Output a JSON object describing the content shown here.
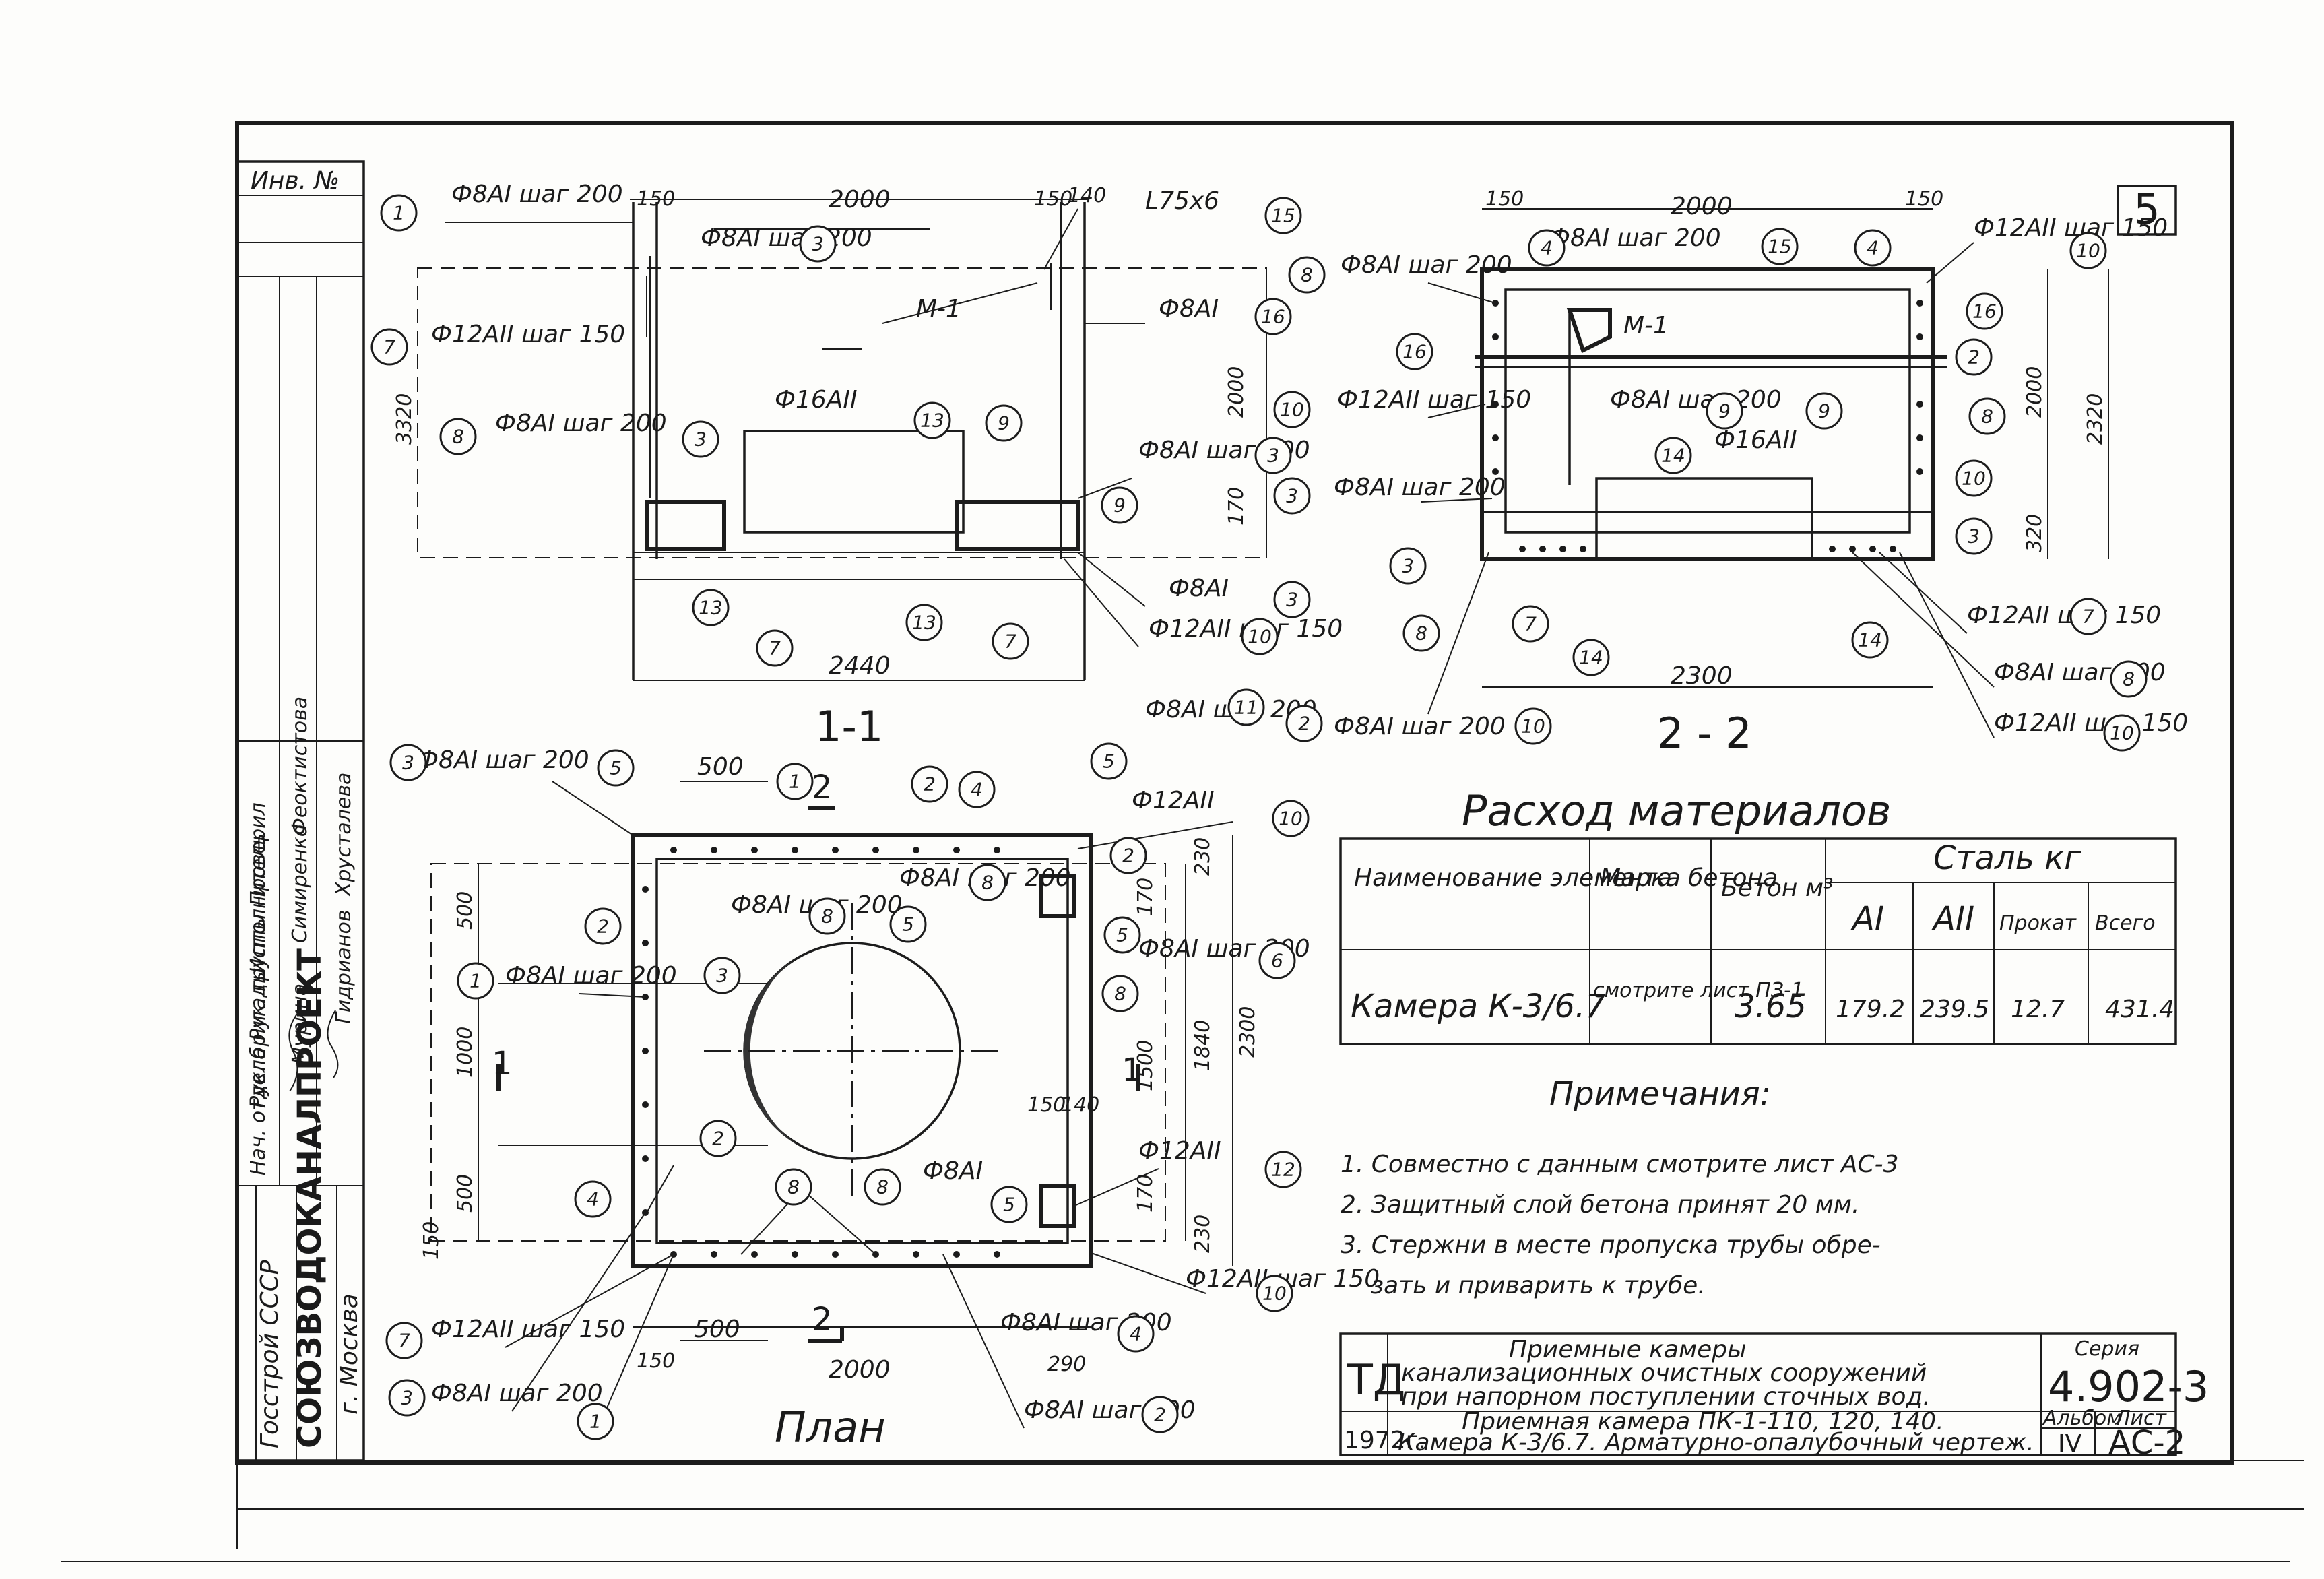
{
  "sheet_number": "5",
  "corner_label": "Инв. №",
  "left_stamp": {
    "organization_line1": "Госстрой СССР",
    "organization_line2": "СОЮЗВОДОКАНАЛПРОЕКТ",
    "city": "г. Москва",
    "roles": [
      "Нач. отдела",
      "Рук. бригады",
      "Рук. группы",
      "Исполнитель",
      "Проверил"
    ],
    "names": [
      "Гидрианов",
      "Хрусталева",
      "Симиренко",
      "Феоктистова",
      "Мурина"
    ]
  },
  "section_1_1": {
    "title": "1-1",
    "dims": [
      "150",
      "2000",
      "150",
      "140",
      "2440",
      "3320",
      "2000",
      "170"
    ],
    "callouts": [
      "Ф8АI шаг 200",
      "Ф8АI шаг 200",
      "Ф12АII шаг 150",
      "Ф8АI шаг 200",
      "L75х6",
      "М-1",
      "Ф8АI",
      "Ф16АII",
      "Ф8АI шаг 200",
      "Ф8АI",
      "Ф12АII шаг 150",
      "Ф8АI шаг 200"
    ]
  },
  "section_2_2": {
    "title": "2 - 2",
    "dims": [
      "150",
      "2000",
      "150",
      "2000",
      "2320",
      "320",
      "2300"
    ],
    "callouts": [
      "Ф8АI шаг 200",
      "Ф12АII шаг 150",
      "Ф8АI шаг 200",
      "Ф12АII шаг 150",
      "Ф8АI шаг 200",
      "М-1",
      "Ф8АI шаг 200",
      "Ф16АII",
      "Ф8АI шаг 200",
      "Ф12АII шаг 150",
      "Ф8АI шаг 200",
      "Ф12АII шаг 150"
    ]
  },
  "plan": {
    "title": "План",
    "cut_marks": [
      "1",
      "1",
      "2",
      "2"
    ],
    "dims": [
      "500",
      "500",
      "150",
      "2000",
      "290",
      "150",
      "140",
      "1000",
      "500",
      "500",
      "150",
      "2300",
      "1840",
      "1500",
      "170",
      "170",
      "230",
      "230"
    ],
    "callouts": [
      "Ф8АI шаг 200",
      "Ф8АI шаг 200",
      "Ф8АI шаг 200",
      "Ф12АII",
      "Ф8АI шаг 200",
      "Ф8АI шаг 200",
      "Ф8АI",
      "Ф12АII",
      "Ф12АII шаг 150",
      "Ф8АI шаг 200",
      "Ф12АII шаг 150",
      "Ф8АI шаг 200",
      "Ф8АI шаг 200"
    ]
  },
  "materials": {
    "title": "Расход материалов",
    "headers": {
      "name": "Наименование элемента",
      "concrete_grade": "Марка бетона",
      "concrete": "Бетон м³",
      "steel": "Сталь кг",
      "a1": "АI",
      "a2": "АII",
      "rolled": "Прокат",
      "total": "Всего"
    },
    "row": {
      "name": "Камера К-3/6.7",
      "concrete_grade": "смотрите лист ПЗ-1",
      "concrete": "3.65",
      "a1": "179.2",
      "a2": "239.5",
      "rolled": "12.7",
      "total": "431.4"
    }
  },
  "notes": {
    "title": "Примечания:",
    "items": [
      "1. Совместно с данным смотрите лист АС-3",
      "2. Защитный слой бетона принят 20 мм.",
      "3. Стержни в месте пропуска трубы обре-",
      "зать и приварить к трубе."
    ]
  },
  "title_block": {
    "td": "ТД",
    "year": "1972г.",
    "title_line1": "Приемные камеры",
    "title_line2": "канализационных очистных сооружений",
    "title_line3": "при напорном поступлении сточных вод.",
    "subtitle_line1": "Приемная камера ПК-1-110, 120, 140.",
    "subtitle_line2": "Камера К-3/6.7. Арматурно-опалубочный чертеж.",
    "series_label": "Серия",
    "series_value": "4.902-3",
    "album_label": "Альбом",
    "album_value": "IV",
    "sheet_label": "Лист",
    "sheet_value": "АС-2"
  }
}
